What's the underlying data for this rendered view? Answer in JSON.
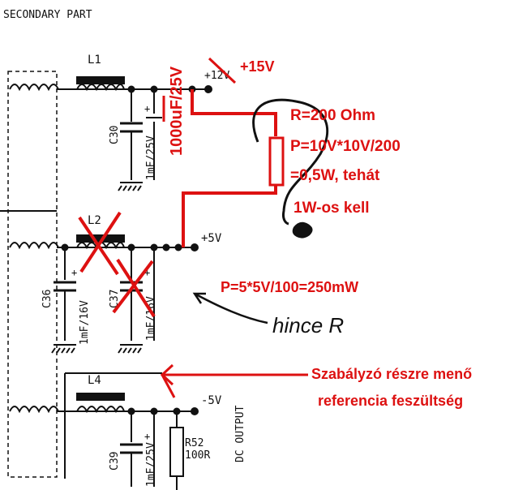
{
  "header": {
    "section_label": "SECONDARY PART"
  },
  "components": {
    "l1": "L1",
    "l2": "L2",
    "l4": "L4",
    "c30": "C30",
    "c30_value": "1mF/25V",
    "c36": "C36",
    "c36_value": "1mF/16V",
    "c37": "C37",
    "c37_value": "1mF/16V",
    "c39": "C39",
    "c39_value": "1mF/25V",
    "r52": "R52",
    "r52_value": "100R",
    "cap_upgrade": "1000uF/25V"
  },
  "rails": {
    "v12_struck": "+12V",
    "v15": "+15V",
    "v5": "+5V",
    "vneg5": "-5V",
    "dc_output": "DC OUTPUT"
  },
  "annotations": {
    "resistor_calc": [
      "R=200 Ohm",
      "P=10V*10V/200",
      "=0,5W, tehát",
      "1W-os kell"
    ],
    "power_5v": "P=5*5V/100=250mW",
    "no_r": "hince R",
    "reference_line1": "Szabályzó részre menő",
    "reference_line2": "referencia feszültség"
  },
  "colors": {
    "ink": "#111111",
    "annotation_red": "#dd1111",
    "grid_gray": "#888888"
  }
}
